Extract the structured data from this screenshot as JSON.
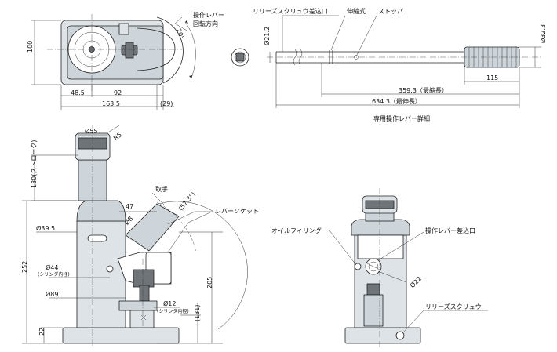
{
  "top_view": {
    "rotation_label_1": "操作レバー",
    "rotation_label_2": "回転方向",
    "angle": "20°",
    "dim_height": "100",
    "dim_48_5": "48.5",
    "dim_92": "92",
    "dim_163_5": "163.5",
    "dim_29": "(29)"
  },
  "lever_detail": {
    "label_release_slot": "リリーズスクリュウ差込口",
    "label_telescopic": "伸縮式",
    "label_stopper": "ストッパ",
    "dia_21_2": "Ø21.2",
    "dia_32_3": "Ø32.3",
    "dim_115": "115",
    "dim_shortest": "359.3（最縮長）",
    "dim_longest": "634.3（最伸長）",
    "caption": "専用操作レバー詳細"
  },
  "front_view": {
    "dia_55": "Ø55",
    "r5": "R5",
    "stroke": "130(ストローク)",
    "handle": "取手",
    "dim_47": "47",
    "angle_57_3": "(57.3°)",
    "lever_socket": "レバーソケット",
    "dia_39_5": "Ø39.5",
    "dia_8": "Ø8",
    "dim_252": "252",
    "dia_44": "Ø44",
    "cyl_inner_1": "(シリンダ内径)",
    "dia_89": "Ø89",
    "dia_12": "Ø12",
    "cyl_inner_2": "(シリンダ内径)",
    "dim_205": "205",
    "dim_131": "(131)",
    "dim_22": "22"
  },
  "side_view": {
    "oil_filling": "オイルフィリング",
    "lever_insert": "操作レバー差込口",
    "dia_22": "Ø22",
    "release_screw": "リリーズスクリュウ"
  },
  "colors": {
    "body_fill": "#cdd5da",
    "dark_fill": "#6f7479",
    "line": "#222222"
  }
}
